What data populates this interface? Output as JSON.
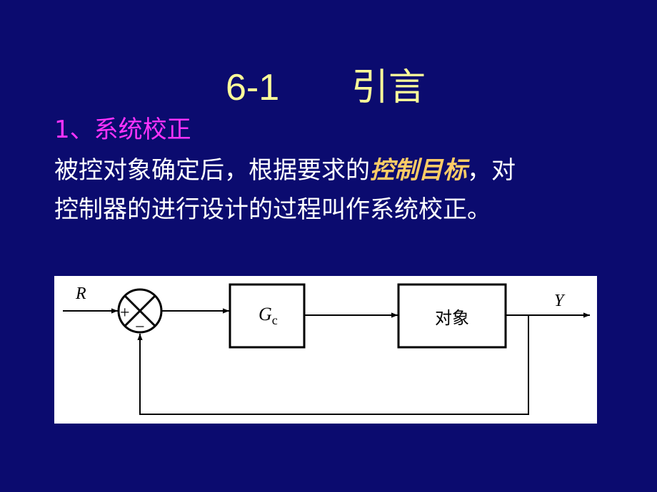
{
  "title": {
    "number": "6-1",
    "name": "引言"
  },
  "section": {
    "heading": "1、系统校正",
    "line1_before": "被控对象确定后，根据要求的",
    "line1_emph": "控制目标",
    "line1_after": "，对",
    "line2": "控制器的进行设计的过程叫作系统校正。"
  },
  "diagram": {
    "input_label": "R",
    "output_label": "Y",
    "plus_sign": "+",
    "minus_sign": "−",
    "controller_symbol": "G",
    "controller_subscript": "c",
    "plant_label": "对象"
  },
  "colors": {
    "background": "#0b0b6f",
    "title": "#ffff99",
    "heading": "#ff33ff",
    "emphasis": "#ffcc66",
    "body_text": "#ffffff"
  }
}
